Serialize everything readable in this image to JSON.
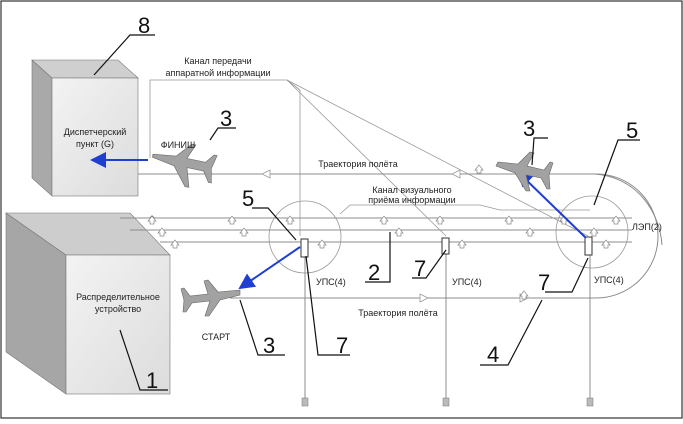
{
  "labels": {
    "dispatch_point": [
      "Диспетчерский",
      "пункт (G)"
    ],
    "distribution_device": [
      "Распределительное",
      "устройство"
    ],
    "hw_channel": [
      "Канал передачи",
      "аппаратной информации"
    ],
    "visual_channel": [
      "Канал визуального",
      "приёма информации"
    ],
    "trajectory_top": "Траектория полёта",
    "trajectory_bottom": "Траектория полёта",
    "finish": "ФИНИШ",
    "start": "СТАРТ",
    "lep": "ЛЭП(2)",
    "ups_left": "УПС(4)",
    "ups_mid": "УПС(4)",
    "ups_right": "УПС(4)"
  },
  "callouts": {
    "n8": "8",
    "n3_finish": "3",
    "n3_right": "3",
    "n3_start": "3",
    "n5_left": "5",
    "n5_right": "5",
    "n7_left": "7",
    "n7_mid": "7",
    "n7_right": "7",
    "n2": "2",
    "n4": "4",
    "n1": "1"
  },
  "colors": {
    "beam": "#1f3fd0",
    "box_front": "#e9e9e9",
    "box_side": "#b8b8b8",
    "aircraft": "#9a9a9a"
  }
}
